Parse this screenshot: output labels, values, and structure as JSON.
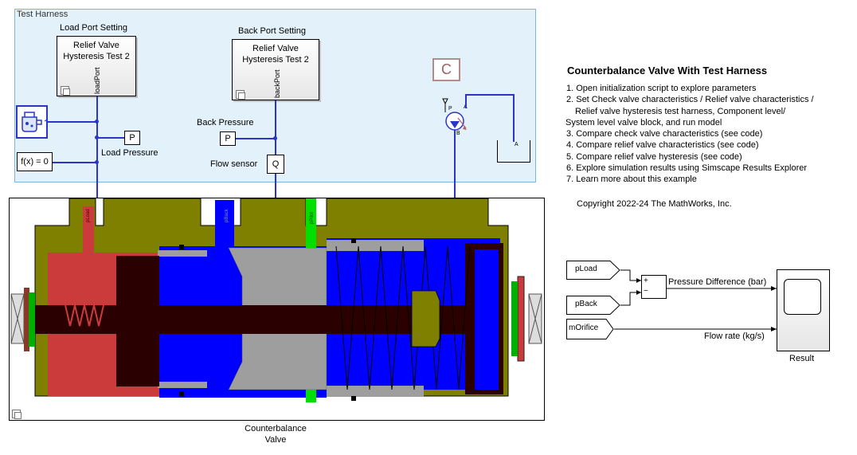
{
  "harness": {
    "title": "Test Harness",
    "load_port_setting_label": "Load Port Setting",
    "back_port_setting_label": "Back Port Setting",
    "load_block_line1": "Relief Valve",
    "load_block_line2": "Hysteresis Test 2",
    "load_block_port": "loadPort",
    "back_block_line1": "Relief Valve",
    "back_block_line2": "Hysteresis Test 2",
    "back_block_port": "backPort",
    "load_pressure_label": "Load Pressure",
    "back_pressure_label": "Back Pressure",
    "flow_sensor_label": "Flow sensor",
    "p_sensor_load": "P",
    "p_sensor_back": "P",
    "q_sensor": "Q",
    "solver_config": "f(x) = 0",
    "ref_block_letter": "C",
    "pump_port_a": "A",
    "pump_port_b": "B",
    "pump_port_p": "P",
    "tank_port_a": "A"
  },
  "valve": {
    "label_line1": "Counterbalance",
    "label_line2": "Valve",
    "port_pload": "pLoad",
    "port_pback": "pBack",
    "port_ppilot": "pPilot"
  },
  "description": {
    "title": "Counterbalance Valve With Test Harness",
    "lines": [
      "1. Open initialization script to explore parameters",
      "2. Set Check valve characteristics / Relief valve characteristics /",
      "    Relief valve hysteresis test harness, Component level/",
      "System level valve block, and run model",
      "3. Compare check valve characteristics (see code)",
      "4. Compare relief valve characteristics (see code)",
      "5. Compare relief valve hysteresis (see code)",
      "6. Explore simulation results using Simscape Results Explorer",
      "7. Learn more about this example"
    ],
    "copyright": "Copyright 2022-24 The MathWorks, Inc."
  },
  "scope_section": {
    "from_pload": "pLoad",
    "from_pback": "pBack",
    "from_morifice": "mOrifice",
    "sum_plus": "+",
    "sum_minus": "−",
    "pressure_diff_label": "Pressure Difference (bar)",
    "flow_rate_label": "Flow rate (kg/s)",
    "scope_label": "Result"
  },
  "colors": {
    "harness_bg": "#e3f2fa",
    "physical_wire": "#2b35c9",
    "valve_body": "#808000",
    "load_chamber": "#cc3b3b",
    "pilot_chamber": "#0000ff",
    "poppet": "#2b0000",
    "pilot_port": "#00e000"
  }
}
